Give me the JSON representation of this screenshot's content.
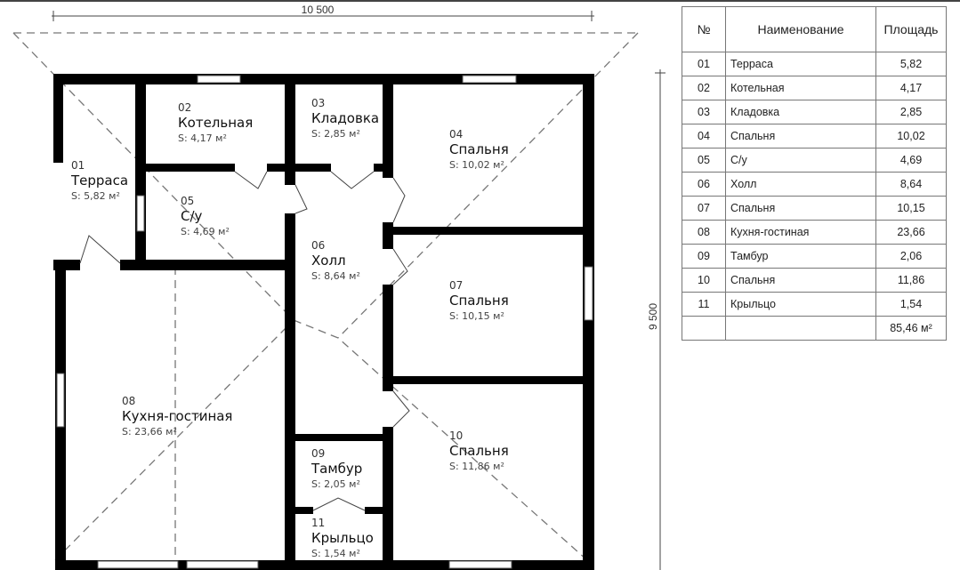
{
  "plan": {
    "width_dim": "10 500",
    "height_dim": "9 500",
    "area_prefix": "S:",
    "unit": "м²",
    "rooms": [
      {
        "num": "01",
        "name": "Терраса",
        "area": "5,82"
      },
      {
        "num": "02",
        "name": "Котельная",
        "area": "4,17"
      },
      {
        "num": "03",
        "name": "Кладовка",
        "area": "2,85"
      },
      {
        "num": "04",
        "name": "Спальня",
        "area": "10,02"
      },
      {
        "num": "05",
        "name": "С/у",
        "area": "4,69"
      },
      {
        "num": "06",
        "name": "Холл",
        "area": "8,64"
      },
      {
        "num": "07",
        "name": "Спальня",
        "area": "10,15"
      },
      {
        "num": "08",
        "name": "Кухня-гостиная",
        "area": "23,66"
      },
      {
        "num": "09",
        "name": "Тамбур",
        "area": "2,05"
      },
      {
        "num": "10",
        "name": "Спальня",
        "area": "11,86"
      },
      {
        "num": "11",
        "name": "Крыльцо",
        "area": "1,54"
      }
    ]
  },
  "table": {
    "headers": [
      "№",
      "Наименование",
      "Площадь"
    ],
    "rows": [
      [
        "01",
        "Терраса",
        "5,82"
      ],
      [
        "02",
        "Котельная",
        "4,17"
      ],
      [
        "03",
        "Кладовка",
        "2,85"
      ],
      [
        "04",
        "Спальня",
        "10,02"
      ],
      [
        "05",
        "С/у",
        "4,69"
      ],
      [
        "06",
        "Холл",
        "8,64"
      ],
      [
        "07",
        "Спальня",
        "10,15"
      ],
      [
        "08",
        "Кухня-гостиная",
        "23,66"
      ],
      [
        "09",
        "Тамбур",
        "2,06"
      ],
      [
        "10",
        "Спальня",
        "11,86"
      ],
      [
        "11",
        "Крыльцо",
        "1,54"
      ]
    ],
    "total": "85,46 м²"
  }
}
